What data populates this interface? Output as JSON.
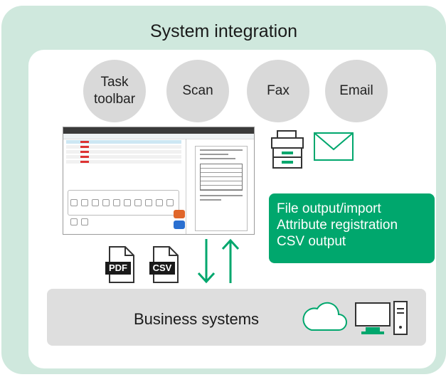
{
  "title": "System integration",
  "circles": [
    {
      "label": "Task\ntoolbar"
    },
    {
      "label": "Scan"
    },
    {
      "label": "Fax"
    },
    {
      "label": "Email"
    }
  ],
  "output_box": {
    "lines": [
      "File output/import",
      "Attribute registration",
      "CSV output"
    ]
  },
  "file_icons": {
    "pdf": "PDF",
    "csv": "CSV"
  },
  "business": {
    "label": "Business systems"
  },
  "icons": [
    "multifunction-printer-icon",
    "email-envelope-icon",
    "pdf-file-icon",
    "csv-file-icon",
    "down-arrow-icon",
    "up-arrow-icon",
    "cloud-icon",
    "desktop-computer-icon"
  ],
  "colors": {
    "outer_bg": "#cfe8dd",
    "accent_green": "#00a76d",
    "arrow_green": "#00a76d",
    "circle_gray": "#d9d9d9",
    "panel_gray": "#dedede"
  }
}
